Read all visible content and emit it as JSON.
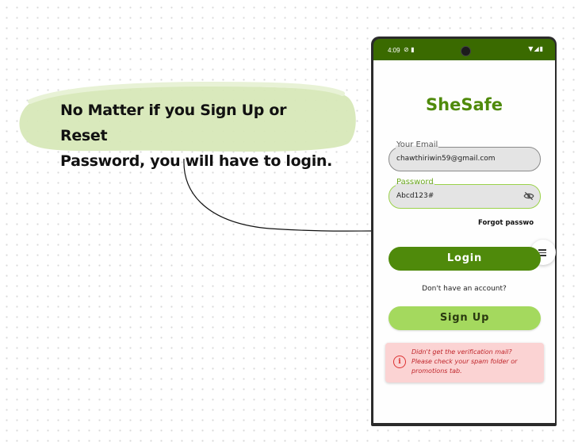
{
  "callout": {
    "line1": "No Matter if you Sign Up or Reset",
    "line2": "Password, you will have to login."
  },
  "status_bar": {
    "time": "4:09",
    "left_icons": [
      "vpn-icon",
      "sim-icon"
    ],
    "right_icons": [
      "wifi-icon",
      "signal-icon",
      "battery-icon"
    ]
  },
  "app": {
    "title": "SheSafe",
    "email": {
      "label": "Your Email",
      "value": "chawthiriwin59@gmail.com"
    },
    "password": {
      "label": "Password",
      "value": "Abcd123#"
    },
    "forgot_label": "Forgot passwo",
    "login_label": "Login",
    "no_account_text": "Don't have an account?",
    "signup_label": "Sign Up",
    "alert": {
      "line1": "Didn't get the verification mail?",
      "line2": "Please check your spam folder or",
      "line3": "promotions tab."
    }
  },
  "colors": {
    "brand_green": "#4f8a0b",
    "light_green": "#a4d95e",
    "status_bar": "#3a6a00",
    "callout_bg": "#d7e8b8",
    "alert_bg": "#fbd3d3",
    "alert_text": "#c0262c"
  }
}
